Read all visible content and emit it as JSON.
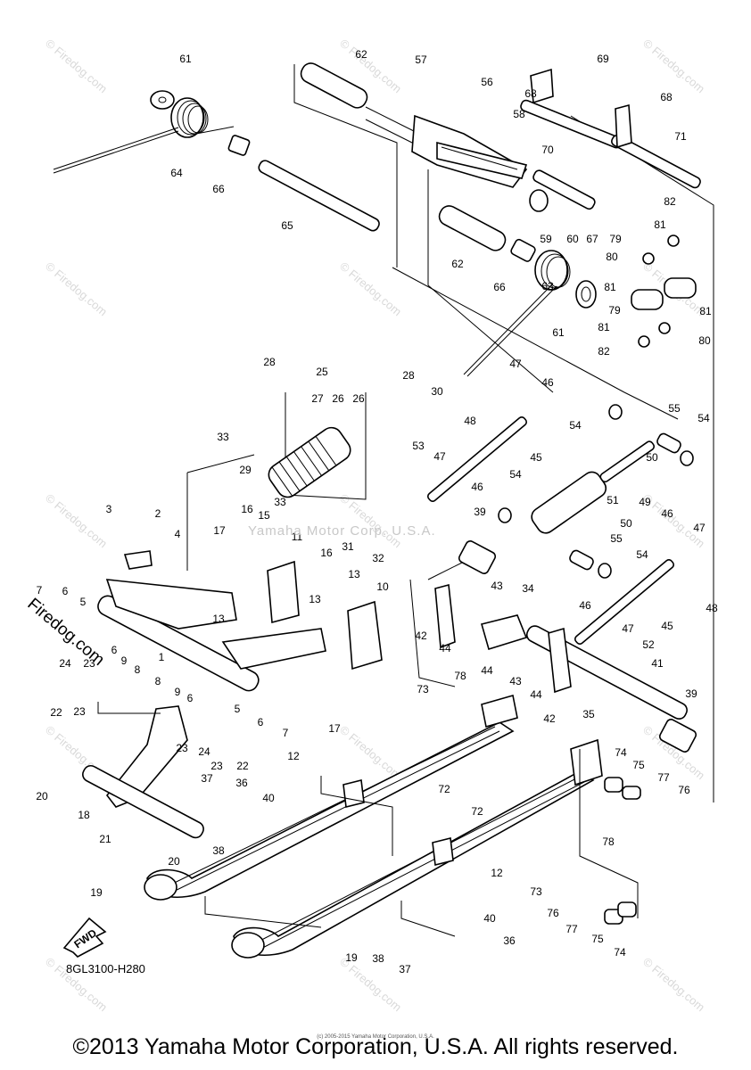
{
  "diagram": {
    "callouts": [
      "1",
      "2",
      "3",
      "4",
      "5",
      "6",
      "7",
      "8",
      "9",
      "10",
      "11",
      "12",
      "13",
      "15",
      "16",
      "17",
      "18",
      "19",
      "20",
      "21",
      "22",
      "23",
      "24",
      "25",
      "26",
      "27",
      "28",
      "29",
      "30",
      "31",
      "32",
      "33",
      "34",
      "35",
      "36",
      "37",
      "38",
      "39",
      "40",
      "41",
      "42",
      "43",
      "44",
      "45",
      "46",
      "47",
      "48",
      "49",
      "50",
      "51",
      "52",
      "53",
      "54",
      "55",
      "56",
      "57",
      "58",
      "59",
      "60",
      "61",
      "62",
      "63",
      "64",
      "65",
      "66",
      "67",
      "68",
      "69",
      "70",
      "71",
      "72",
      "73",
      "74",
      "75",
      "76",
      "77",
      "78",
      "79",
      "80",
      "81",
      "82"
    ],
    "fwd_label": "FWD",
    "reference_code": "8GL3100-H280",
    "watermark_text": "Yamaha Motor Corp. U.S.A.",
    "site_watermark": "© Firedog.com",
    "site_logo": "Firedog.com"
  },
  "footer": {
    "copyright": "©2013 Yamaha Motor Corporation, U.S.A. All rights reserved.",
    "fine_print": "(c) 2005-2015 Yamaha Motor Corporation, U.S.A."
  }
}
